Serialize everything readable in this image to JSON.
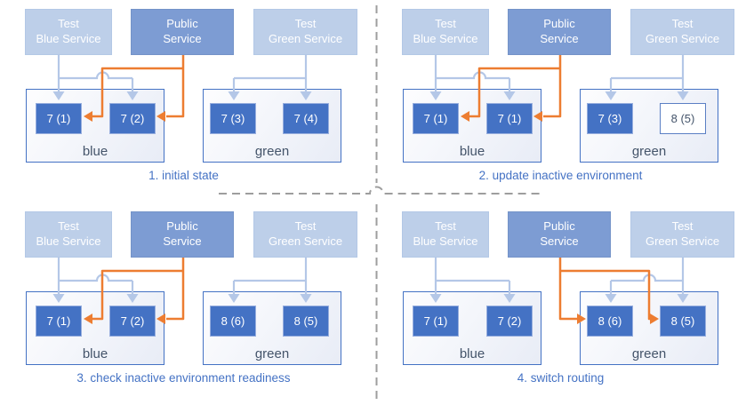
{
  "palette": {
    "accent_blue": "#4472C4",
    "arrow_light_blue": "#B4C7E7",
    "arrow_orange": "#ED7D31",
    "service_light_fill": "#BDCFE9",
    "service_public_fill": "#7D9CD3",
    "env_label_color": "#44546A",
    "divider_gray": "#9E9E9E"
  },
  "services": {
    "test_blue": {
      "line1": "Test",
      "line2": "Blue Service"
    },
    "public": {
      "line1": "Public",
      "line2": "Service"
    },
    "test_green": {
      "line1": "Test",
      "line2": "Green Service"
    }
  },
  "quadrants": [
    {
      "caption": "1. initial state",
      "public_routes_to": "blue",
      "blue": {
        "label": "blue",
        "pods": [
          {
            "label": "7 (1)"
          },
          {
            "label": "7 (2)"
          }
        ]
      },
      "green": {
        "label": "green",
        "pods": [
          {
            "label": "7 (3)"
          },
          {
            "label": "7 (4)"
          }
        ]
      }
    },
    {
      "caption": "2. update inactive environment",
      "public_routes_to": "blue",
      "blue": {
        "label": "blue",
        "pods": [
          {
            "label": "7 (1)"
          },
          {
            "label": "7 (1)"
          }
        ]
      },
      "green": {
        "label": "green",
        "pods": [
          {
            "label": "7 (3)"
          },
          {
            "label": "8 (5)",
            "hollow": true
          }
        ]
      }
    },
    {
      "caption": "3. check inactive environment readiness",
      "public_routes_to": "blue",
      "blue": {
        "label": "blue",
        "pods": [
          {
            "label": "7 (1)"
          },
          {
            "label": "7 (2)"
          }
        ]
      },
      "green": {
        "label": "green",
        "pods": [
          {
            "label": "8 (6)"
          },
          {
            "label": "8 (5)"
          }
        ]
      }
    },
    {
      "caption": "4. switch routing",
      "public_routes_to": "green",
      "blue": {
        "label": "blue",
        "pods": [
          {
            "label": "7 (1)"
          },
          {
            "label": "7 (2)"
          }
        ]
      },
      "green": {
        "label": "green",
        "pods": [
          {
            "label": "8 (6)"
          },
          {
            "label": "8 (5)"
          }
        ]
      }
    }
  ]
}
